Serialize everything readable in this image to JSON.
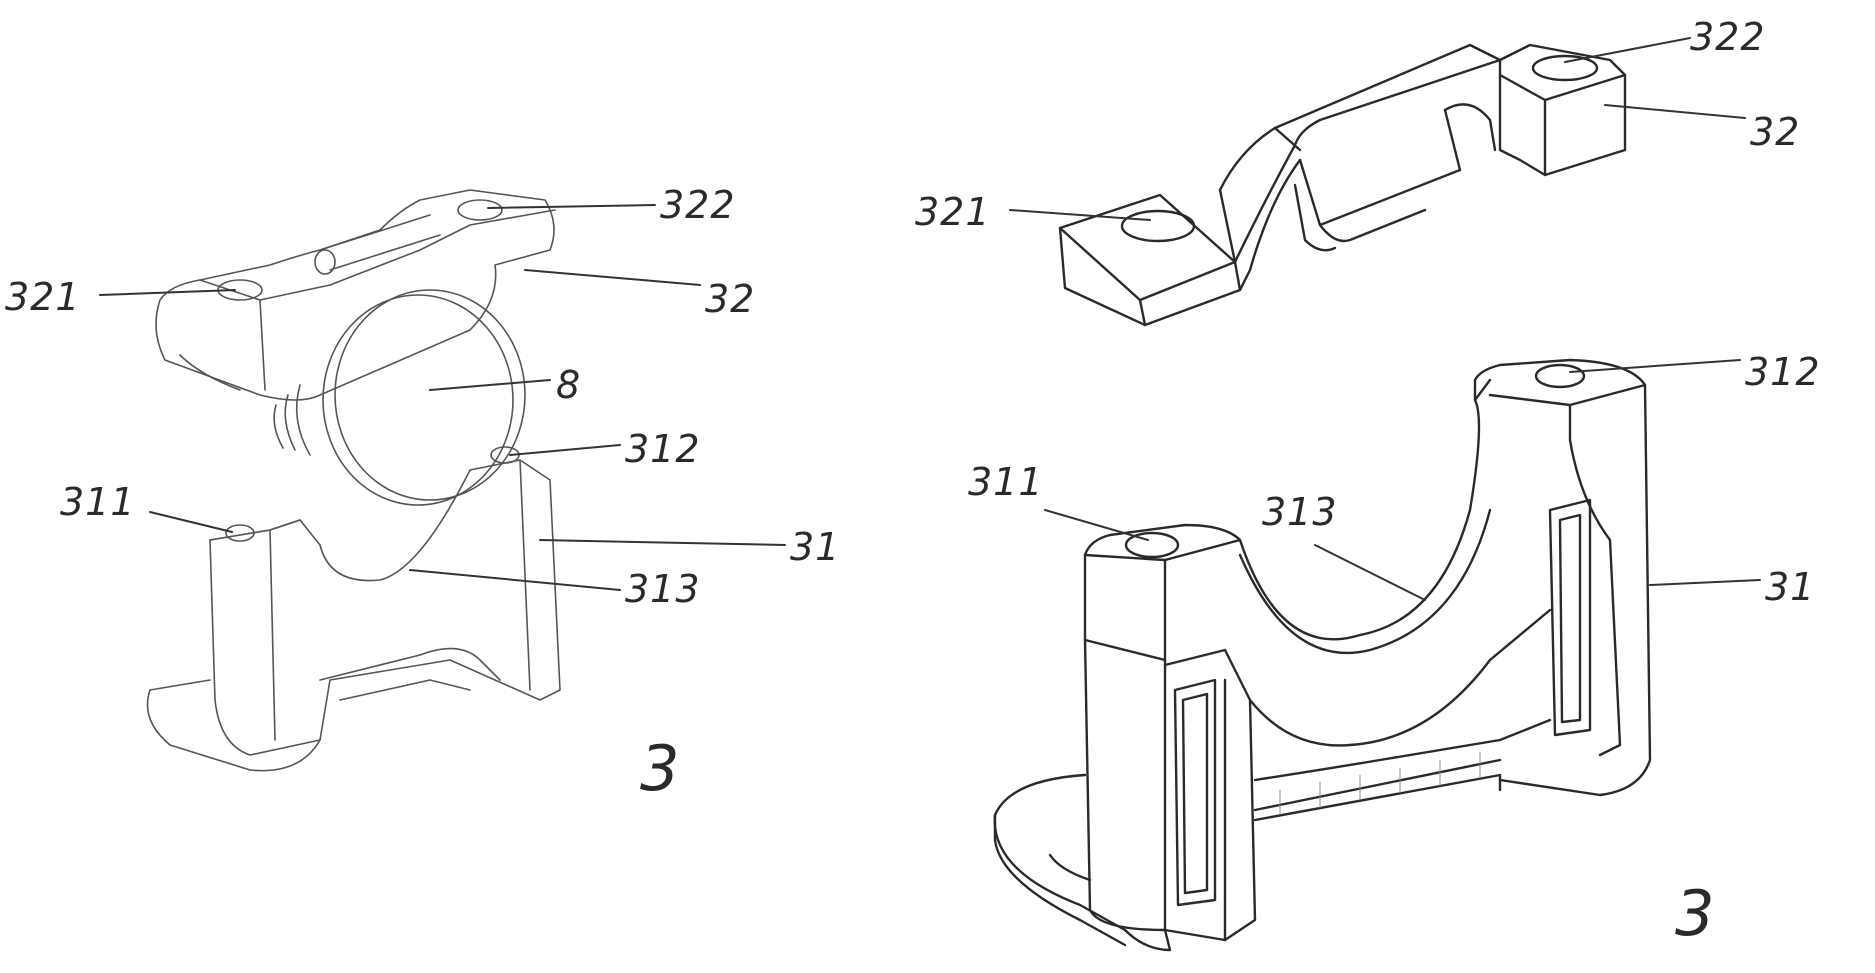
{
  "figure": {
    "left_view": {
      "assembly_ref": "3",
      "labels": {
        "l322": "322",
        "l32": "32",
        "l321": "321",
        "l8": "8",
        "l312": "312",
        "l311": "311",
        "l31": "31",
        "l313": "313"
      }
    },
    "right_view": {
      "assembly_ref": "3",
      "labels": {
        "l322": "322",
        "l32": "32",
        "l321": "321",
        "l312": "312",
        "l311": "311",
        "l313": "313",
        "l31": "31"
      }
    }
  }
}
